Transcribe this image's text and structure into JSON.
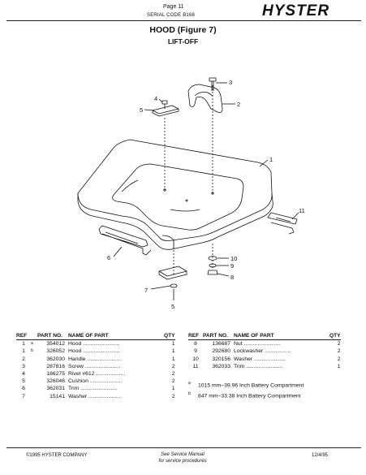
{
  "header": {
    "page": "Page 11",
    "serial": "SERIAL CODE B168",
    "logo": "HYSTER"
  },
  "title": "HOOD (Figure 7)",
  "subtitle": "LIFT-OFF",
  "callouts": [
    "1",
    "2",
    "3",
    "4",
    "5",
    "6",
    "7",
    "8",
    "9",
    "10",
    "11",
    "5"
  ],
  "table_headers": {
    "ref": "REF",
    "part_no": "PART NO.",
    "name": "NAME OF PART",
    "qty": "QTY"
  },
  "parts_left": [
    {
      "ref": "1",
      "note": "a",
      "part_no": "354012",
      "name": "Hood ........................",
      "qty": "1"
    },
    {
      "ref": "1",
      "note": "b",
      "part_no": "326052",
      "name": "Hood ........................",
      "qty": "1"
    },
    {
      "ref": "2",
      "note": "",
      "part_no": "362030",
      "name": "Handle ......................",
      "qty": "1"
    },
    {
      "ref": "3",
      "note": "",
      "part_no": "287816",
      "name": "Screw .......................",
      "qty": "2"
    },
    {
      "ref": "4",
      "note": "",
      "part_no": "186275",
      "name": "Rivet #612 ...................",
      "qty": "2"
    },
    {
      "ref": "5",
      "note": "",
      "part_no": "326046",
      "name": "Cushion .....................",
      "qty": "2"
    },
    {
      "ref": "6",
      "note": "",
      "part_no": "362031",
      "name": "Trim ........................",
      "qty": "1"
    },
    {
      "ref": "7",
      "note": "",
      "part_no": "15141",
      "name": "Washer ......................",
      "qty": "2"
    }
  ],
  "parts_right": [
    {
      "ref": "8",
      "part_no": "136687",
      "name": "Nut ........................",
      "qty": "2"
    },
    {
      "ref": "9",
      "part_no": "292680",
      "name": "Lockwasher .................",
      "qty": "2"
    },
    {
      "ref": "10",
      "part_no": "320156",
      "name": "Washer .....................",
      "qty": "2"
    },
    {
      "ref": "11",
      "part_no": "362033",
      "name": "Trim ........................",
      "qty": "1"
    }
  ],
  "notes": [
    {
      "mark": "a",
      "text": "1015 mm–39.96 Inch Battery Compartment"
    },
    {
      "mark": "b",
      "text": "847 mm–33.38 Inch Battery Compartment"
    }
  ],
  "footer": {
    "copyright": "©1995 HYSTER COMPANY",
    "manual_line1": "See Service Manual",
    "manual_line2": "for service procedures",
    "date": "12/4/95"
  }
}
